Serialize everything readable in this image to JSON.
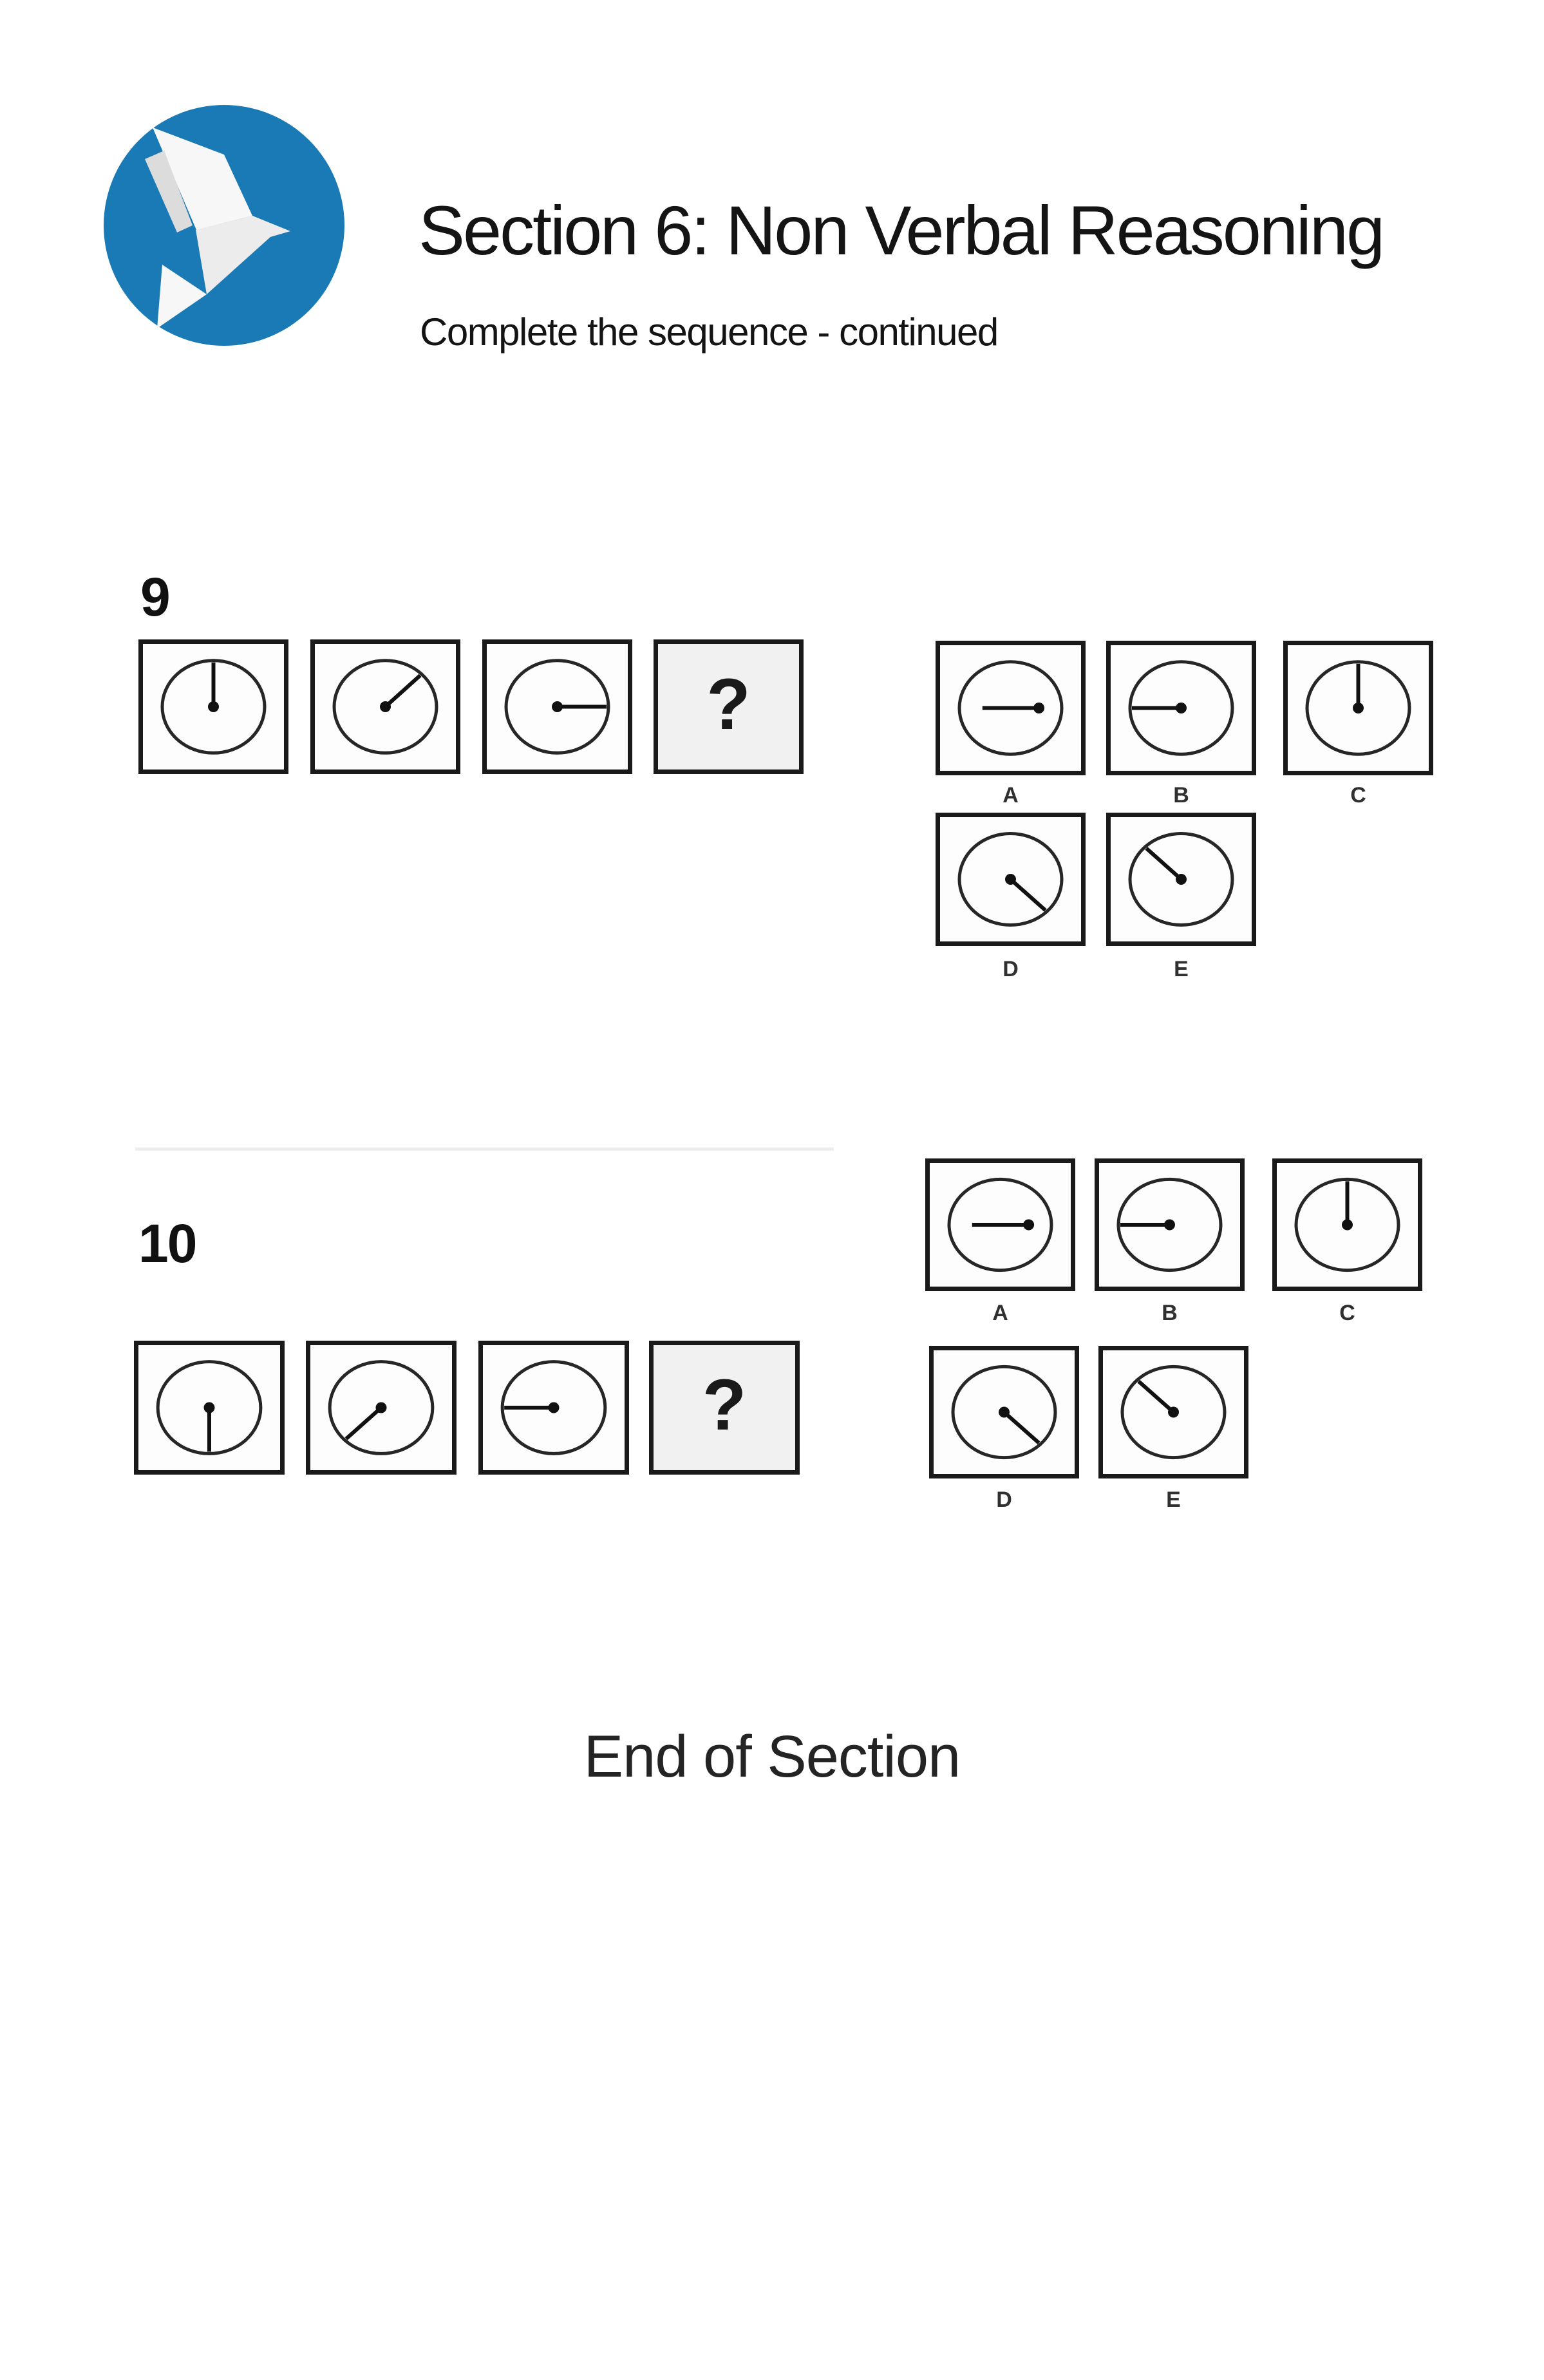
{
  "header": {
    "title": "Section 6: Non Verbal Reasoning",
    "subtitle": "Complete the sequence - continued"
  },
  "logo": {
    "icon": "origami-bird-logo",
    "circle_color": "#1a7ab5",
    "bird_light": "#f7f7f7",
    "bird_mid": "#ececec",
    "bird_dark": "#dcdcdc"
  },
  "question_mark": "?",
  "ink_color": "#1a1a1a",
  "missing_box_bg": "#f1f1f1",
  "questions": [
    {
      "number": "9",
      "sequence_clocks": [
        {
          "kind": "clock",
          "hand_direction": "up",
          "angle": 0
        },
        {
          "kind": "clock",
          "hand_direction": "upper-right",
          "angle": 45
        },
        {
          "kind": "clock",
          "hand_direction": "right",
          "angle": 90
        },
        {
          "kind": "missing",
          "mark": "?"
        }
      ],
      "options": [
        {
          "label": "A",
          "clock": {
            "style": "arrow-east",
            "hand_direction": "right-arrow"
          }
        },
        {
          "label": "B",
          "clock": {
            "style": "radius",
            "hand_direction": "left",
            "angle": 270
          }
        },
        {
          "label": "C",
          "clock": {
            "style": "radius",
            "hand_direction": "up",
            "angle": 0
          }
        },
        {
          "label": "D",
          "clock": {
            "style": "radius",
            "hand_direction": "lower-right",
            "angle": 135
          }
        },
        {
          "label": "E",
          "clock": {
            "style": "radius",
            "hand_direction": "upper-left",
            "angle": 315
          }
        }
      ]
    },
    {
      "number": "10",
      "sequence_clocks": [
        {
          "kind": "clock",
          "hand_direction": "down",
          "angle": 180
        },
        {
          "kind": "clock",
          "hand_direction": "lower-left",
          "angle": 225
        },
        {
          "kind": "clock",
          "hand_direction": "left",
          "angle": 270
        },
        {
          "kind": "missing",
          "mark": "?"
        }
      ],
      "options": [
        {
          "label": "A",
          "clock": {
            "style": "arrow-east",
            "hand_direction": "right-arrow"
          }
        },
        {
          "label": "B",
          "clock": {
            "style": "radius",
            "hand_direction": "left",
            "angle": 270
          }
        },
        {
          "label": "C",
          "clock": {
            "style": "radius",
            "hand_direction": "up",
            "angle": 0
          }
        },
        {
          "label": "D",
          "clock": {
            "style": "radius",
            "hand_direction": "lower-right",
            "angle": 135
          }
        },
        {
          "label": "E",
          "clock": {
            "style": "radius",
            "hand_direction": "upper-left",
            "angle": 315
          }
        }
      ]
    }
  ],
  "footer": {
    "end_text": "End of Section"
  }
}
